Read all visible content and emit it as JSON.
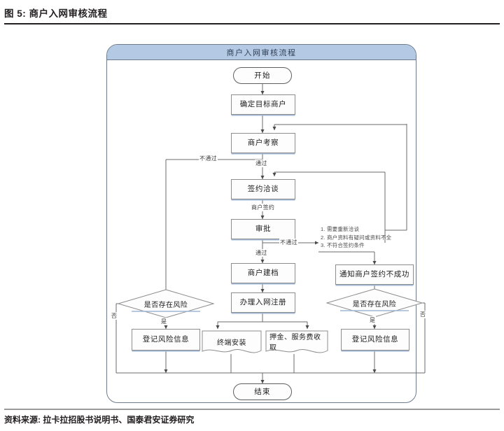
{
  "figure": {
    "caption": "图 5: 商户入网审核流程",
    "source": "资料来源: 拉卡拉招股书说明书、国泰君安证券研究"
  },
  "chart_title": "商户入网审核流程",
  "colors": {
    "header_fill": "#b4c9e4",
    "frame_border": "#6d7b8d",
    "node_border": "#8d8d8d",
    "node_shadow": "#9fb7d4",
    "wire": "#6b6b6b"
  },
  "chart_data": {
    "type": "diagram",
    "title": "商户入网审核流程",
    "nodes": [
      {
        "id": "start",
        "label": "开始",
        "shape": "terminator"
      },
      {
        "id": "target",
        "label": "确定目标商户",
        "shape": "process"
      },
      {
        "id": "survey",
        "label": "商户考察",
        "shape": "process"
      },
      {
        "id": "negotiate",
        "label": "签约洽谈",
        "shape": "process"
      },
      {
        "id": "approve",
        "label": "审批",
        "shape": "process"
      },
      {
        "id": "archive",
        "label": "商户建档",
        "shape": "process"
      },
      {
        "id": "register",
        "label": "办理入网注册",
        "shape": "process"
      },
      {
        "id": "notify_fail",
        "label": "通知商户签约不成功",
        "shape": "process"
      },
      {
        "id": "risk_left",
        "label": "是否存在风险",
        "shape": "decision"
      },
      {
        "id": "risk_right",
        "label": "是否存在风险",
        "shape": "decision"
      },
      {
        "id": "log_left",
        "label": "登记风险信息",
        "shape": "process"
      },
      {
        "id": "log_right",
        "label": "登记风险信息",
        "shape": "process"
      },
      {
        "id": "terminal",
        "label": "终端安装",
        "shape": "document"
      },
      {
        "id": "fee",
        "label": "押金、服务费收取",
        "shape": "document"
      },
      {
        "id": "end",
        "label": "结束",
        "shape": "terminator"
      }
    ],
    "edge_labels": {
      "survey_pass": "通过",
      "survey_fail": "不通过",
      "negotiate_signed": "商户签约",
      "approve_pass": "通过",
      "approve_fail": "不通过",
      "risk_left_yes": "是",
      "risk_left_no": "否",
      "risk_right_yes": "是",
      "risk_right_no": "否"
    },
    "annotation": {
      "line1": "1. 需要重新洽谈",
      "line2": "2. 商户资料有疑问或资料不全",
      "line3": "3. 不符合签约条件"
    }
  }
}
